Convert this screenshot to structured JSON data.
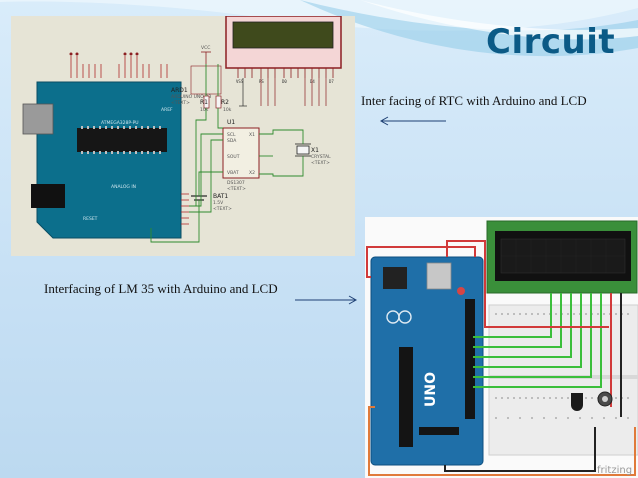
{
  "slide": {
    "title": "Circuit",
    "caption_rtc": "Inter facing of RTC with Arduino and LCD",
    "caption_lm35": "Interfacing of LM 35 with Arduino and LCD"
  },
  "schematic": {
    "board_ref": "ARD1",
    "board_name": "ARDUINO UNO R3",
    "rtc_ref": "U1",
    "rtc_part": "DS1307",
    "resistor1": "R1",
    "resistor1_value": "10k",
    "resistor2": "R2",
    "resistor2_value": "10k",
    "crystal_ref": "X1",
    "crystal_name": "CRYSTAL",
    "battery_ref": "BAT1",
    "battery_value": "1.5V",
    "vcc_label": "VCC",
    "pin_scl": "SCL",
    "pin_sda": "SDA",
    "pin_sout": "SOUT",
    "pin_vbat": "VBAT",
    "pin_x1": "X1",
    "pin_x2": "X2",
    "text_tag": "<TEXT>",
    "reset_label": "RESET",
    "aref_label": "AREF",
    "analog_label": "ANALOG IN",
    "atmega_label": "ATMEGA328P-PU",
    "lcd_pins": [
      "VSS",
      "VDD",
      "VEE",
      "RS",
      "RW",
      "E",
      "D0",
      "D1",
      "D2",
      "D3",
      "D4",
      "D5",
      "D6",
      "D7"
    ]
  },
  "breadboard": {
    "board_text": "UNO",
    "watermark": "fritzing"
  }
}
